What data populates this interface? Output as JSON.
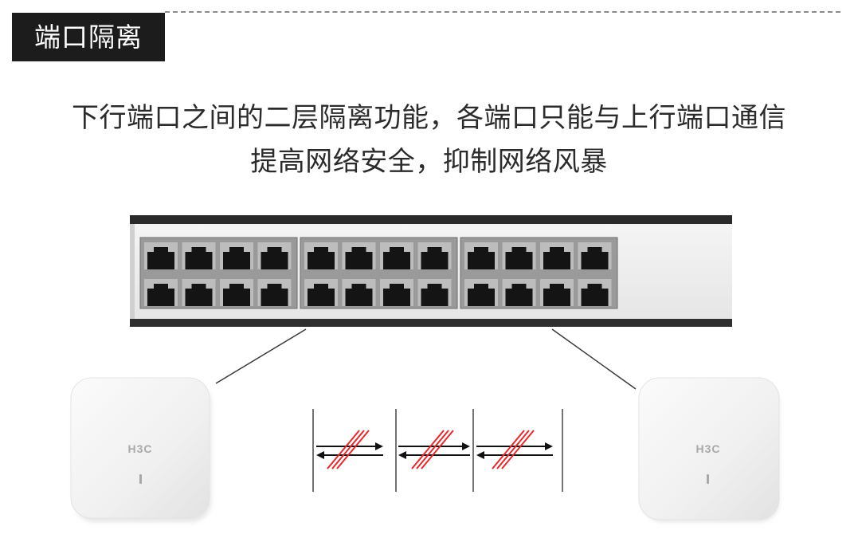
{
  "section_tag": "端口隔离",
  "headline": {
    "line1": "下行端口之间的二层隔离功能，各端口只能与上行端口通信",
    "line2": "提高网络安全，抑制网络风暴"
  },
  "devices": {
    "left_ap": {
      "brand": "H3C",
      "icon": "wireless-access-point"
    },
    "right_ap": {
      "brand": "H3C",
      "icon": "wireless-access-point"
    },
    "switch": {
      "icon": "network-switch",
      "port_rows": 2,
      "ports_per_row": 12
    }
  },
  "isolation": {
    "icon": "blocked-bidirectional-arrows",
    "count": 3,
    "strike_color": "#e8272b"
  },
  "colors": {
    "tag_bg": "#1c1c1c",
    "text": "#2b2b2b",
    "strike": "#e8272b"
  }
}
